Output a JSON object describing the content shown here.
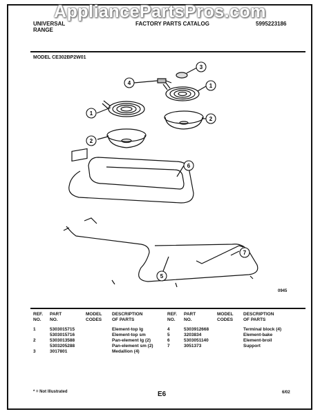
{
  "watermark": "AppliancePartsPros.com",
  "header": {
    "brand_line1": "UNIVERSAL",
    "brand_line2": "RANGE",
    "catalog_title": "FACTORY PARTS CATALOG",
    "catalog_number": "5995223186"
  },
  "model_label": "MODEL CE302BP2W01",
  "figure_code": "0945",
  "callouts": [
    "1",
    "2",
    "3",
    "4",
    "1",
    "2",
    "6",
    "7",
    "5"
  ],
  "columns": {
    "ref": [
      "REF.",
      "NO."
    ],
    "part": [
      "PART",
      "NO."
    ],
    "model": [
      "MODEL",
      "CODES"
    ],
    "desc": [
      "DESCRIPTION",
      "OF PARTS"
    ]
  },
  "parts_left": [
    {
      "ref": "1",
      "part": "5303015715",
      "codes": "",
      "desc": "Element-top lg"
    },
    {
      "ref": "",
      "part": "5303015716",
      "codes": "",
      "desc": "Element-top sm"
    },
    {
      "ref": "2",
      "part": "5303013588",
      "codes": "",
      "desc": "Pan-element lg (2)"
    },
    {
      "ref": "",
      "part": "5303205288",
      "codes": "",
      "desc": "Pan-element sm (2)"
    },
    {
      "ref": "3",
      "part": "3017801",
      "codes": "",
      "desc": "Medallion (4)"
    }
  ],
  "parts_right": [
    {
      "ref": "4",
      "part": "5303912668",
      "codes": "",
      "desc": "Terminal block (4)"
    },
    {
      "ref": "5",
      "part": "3203834",
      "codes": "",
      "desc": "Element-bake"
    },
    {
      "ref": "6",
      "part": "5303051140",
      "codes": "",
      "desc": "Element-broil"
    },
    {
      "ref": "7",
      "part": "3051373",
      "codes": "",
      "desc": "Support"
    }
  ],
  "footnote": "* = Not Illustrated",
  "page_code": "E6",
  "date": "6/02"
}
